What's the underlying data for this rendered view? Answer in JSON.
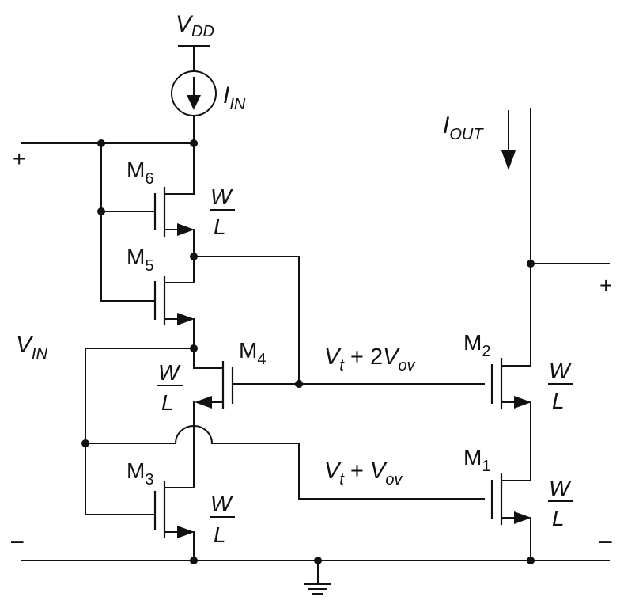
{
  "labels": {
    "vdd": {
      "main": "V",
      "sub": "DD"
    },
    "iin": {
      "main": "I",
      "sub": "IN"
    },
    "iout": {
      "main": "I",
      "sub": "OUT"
    },
    "vin": {
      "main": "V",
      "sub": "IN"
    },
    "plus": "+",
    "minus": "–",
    "v_top": {
      "a": "V",
      "a_sub": "t",
      "op": " + 2",
      "b": "V",
      "b_sub": "ov"
    },
    "v_bot": {
      "a": "V",
      "a_sub": "t",
      "op": " + ",
      "b": "V",
      "b_sub": "ov"
    }
  },
  "transistors": [
    {
      "name": "M",
      "sub": "6",
      "w": "W",
      "l": "L"
    },
    {
      "name": "M",
      "sub": "5"
    },
    {
      "name": "M",
      "sub": "4",
      "w": "W",
      "l": "L"
    },
    {
      "name": "M",
      "sub": "3",
      "w": "W",
      "l": "L"
    },
    {
      "name": "M",
      "sub": "2",
      "w": "W",
      "l": "L"
    },
    {
      "name": "M",
      "sub": "1",
      "w": "W",
      "l": "L"
    }
  ]
}
